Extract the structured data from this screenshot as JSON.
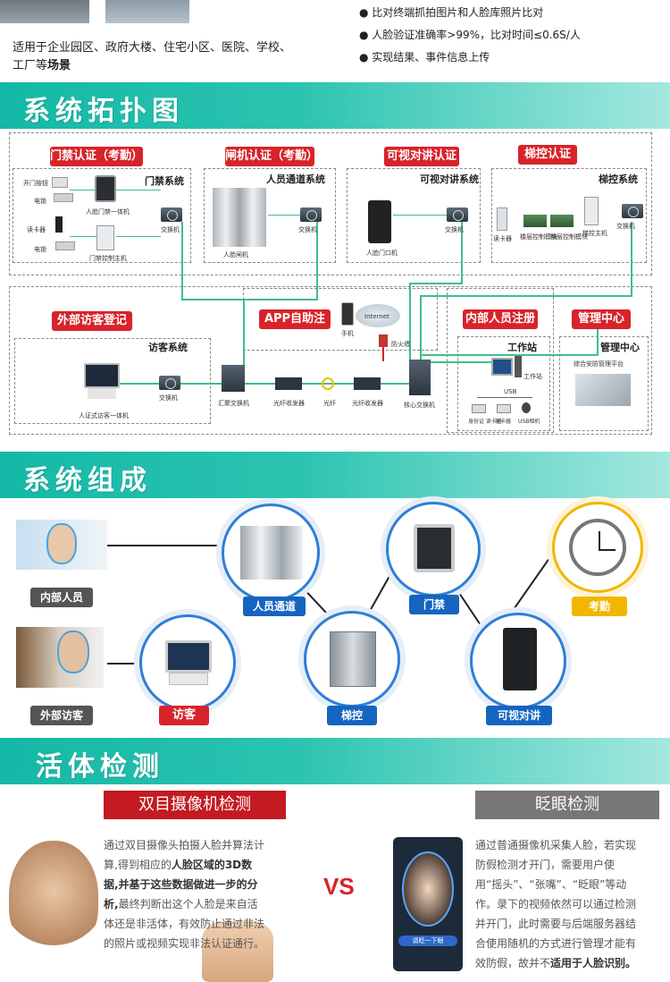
{
  "intro": {
    "scene_line1": "适用于企业园区、政府大楼、住宅小区、医院、学校、",
    "scene_line2_prefix": "工厂等",
    "scene_line2_bold": "场景",
    "bullets": [
      "比对终端抓拍图片和人脸库照片比对",
      "人脸验证准确率>99%，比对时间≤0.6S/人",
      "实现结果、事件信息上传"
    ]
  },
  "section_titles": {
    "topology": "系统拓扑图",
    "composition": "系统组成",
    "liveness": "活体检测"
  },
  "topology": {
    "tags": [
      "门禁认证（考勤）",
      "闸机认证（考勤）",
      "可视对讲认证",
      "梯控认证",
      "外部访客登记",
      "APP自助注册",
      "内部人员注册",
      "管理中心"
    ],
    "systems": [
      "门禁系统",
      "人员通道系统",
      "可视对讲系统",
      "梯控系统",
      "访客系统",
      "工作站",
      "管理中心"
    ],
    "labels": {
      "door_btn": "开门按钮",
      "lock1": "电锁",
      "card_reader": "读卡器",
      "lock2": "电锁",
      "face_door": "人脸门禁一体机",
      "door_ctrl": "门禁控制主机",
      "switch": "交换机",
      "face_gate": "人脸闸机",
      "face_intercom": "人脸门口机",
      "reader": "读卡器",
      "floor_module1": "楼层控制模块",
      "floor_module2": "楼层控制模块",
      "elev_host": "梯控主机",
      "visitor_terminal": "人证式访客一体机",
      "agg_switch": "汇聚交换机",
      "fiber1": "光纤收发器",
      "fiber": "光纤",
      "fiber2": "光纤收发器",
      "core_switch": "核心交换机",
      "phone": "手机",
      "internet": "Internet",
      "firewall": "防火墙",
      "workstation": "工作站",
      "usb": "USB",
      "id_reader": "身份证\n读卡器",
      "card_issuer": "发卡器",
      "camera": "USB相机",
      "platform": "综合安防管理平台"
    }
  },
  "composition": {
    "nodes": [
      "内部人员",
      "外部访客",
      "访客",
      "人员通道",
      "梯控",
      "门禁",
      "可视对讲",
      "考勤"
    ]
  },
  "liveness": {
    "left_title": "双目摄像机检测",
    "left_text_1": "通过双目摄像头拍摄人脸并算法计算,得到相应的",
    "left_text_bold": "人脸区域的3D数据,并基于这些数据做进一步的分析,",
    "left_text_2": "最终判断出这个人脸是来自活体还是非活体，有效防止通过非法的照片或视频实现非法认证通行。",
    "vs": "VS",
    "right_title": "眨眼检测",
    "right_text_1": "通过普通摄像机采集人脸，若实现防假检测才开门，需要用户使用“摇头”、“张嘴”、“眨眼”等动作。录下的视频依然可以通过检测并开门，此时需要与后端服务器结合使用随机的方式进行管理才能有效防假，故并不",
    "right_text_bold": "适用于人脸识别。",
    "phone_caption": "请眨一下眼"
  },
  "colors": {
    "teal": "#14b8a6",
    "red": "#d8232a",
    "blue": "#1565c0",
    "gray": "#555555",
    "yellow": "#f2b600",
    "green_line": "#3fbf87"
  }
}
